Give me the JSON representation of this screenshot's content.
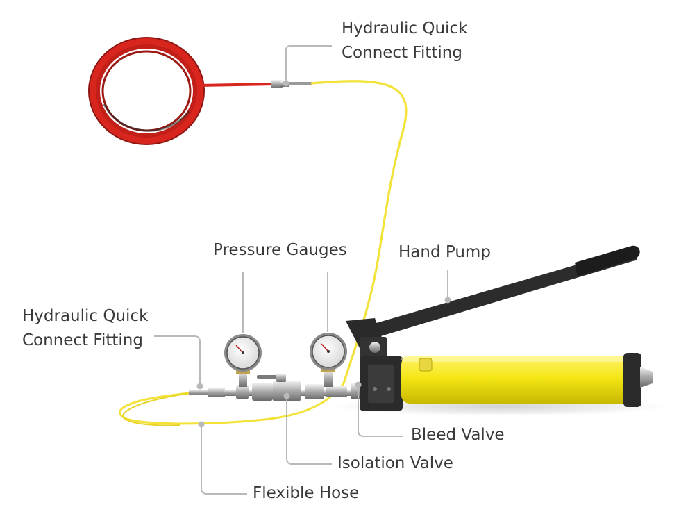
{
  "labels": {
    "quick_connect_top_line1": "Hydraulic Quick",
    "quick_connect_top_line2": "Connect Fitting",
    "pressure_gauges": "Pressure Gauges",
    "hand_pump": "Hand Pump",
    "quick_connect_left_line1": "Hydraulic Quick",
    "quick_connect_left_line2": "Connect Fitting",
    "bleed_valve": "Bleed Valve",
    "isolation_valve": "Isolation Valve",
    "flexible_hose": "Flexible Hose"
  },
  "colors": {
    "red_hose": "#d8261f",
    "yellow_hose": "#f2e23a",
    "pump_body": "#f5e616",
    "pump_dark": "#2c2c2c",
    "leader_line": "#b9b9b9",
    "label_text": "#3a3a3a"
  }
}
